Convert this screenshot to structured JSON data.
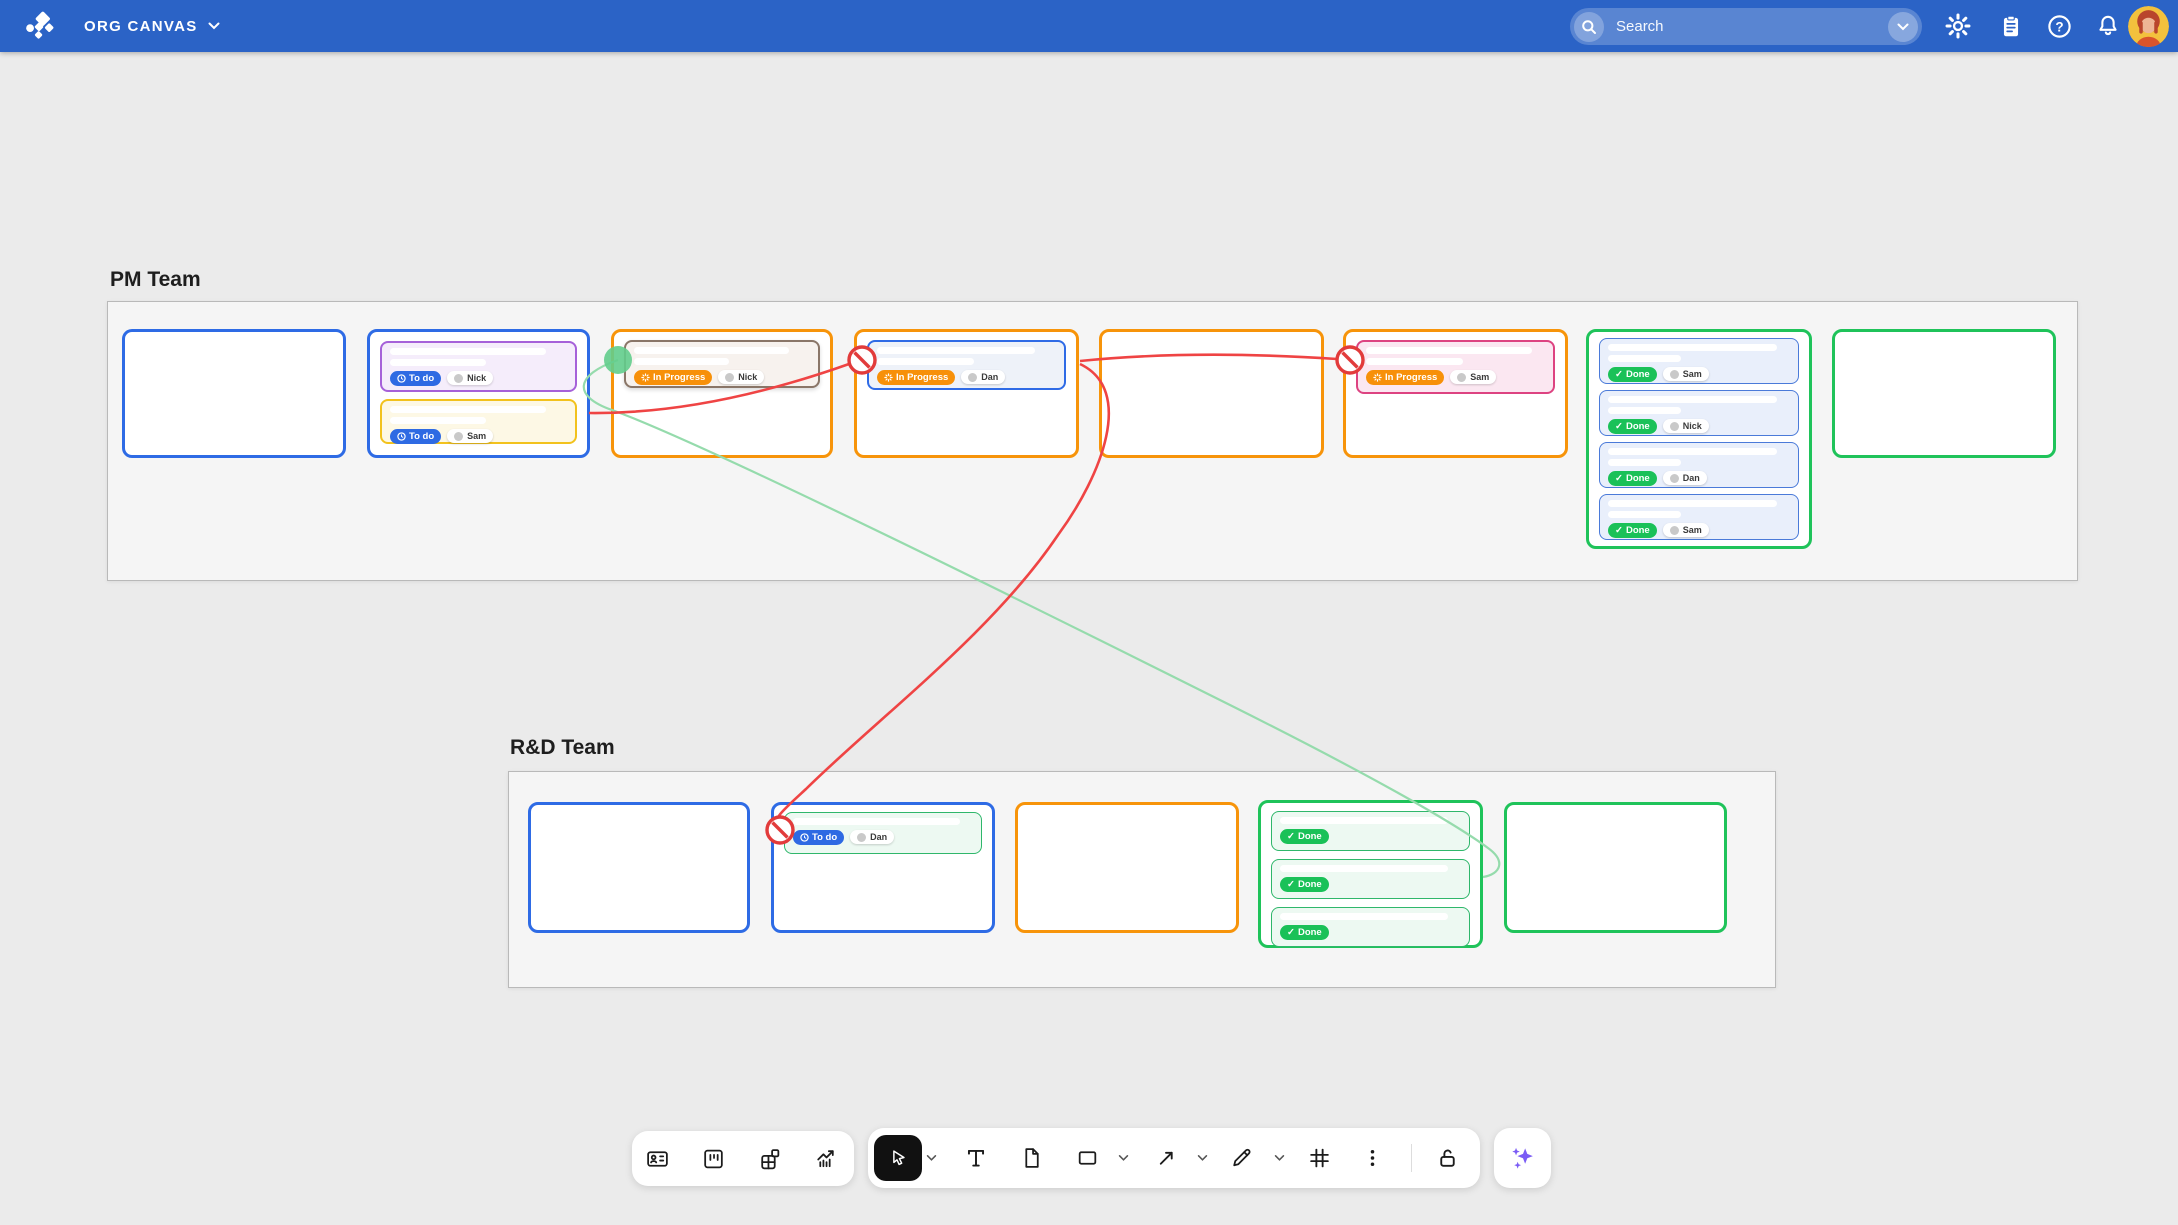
{
  "app": {
    "title": "ORG CANVAS"
  },
  "topbar": {
    "search": {
      "placeholder": "Search"
    },
    "icon_names": [
      "search-icon",
      "chevron-down-icon",
      "settings-gear-icon",
      "clipboard-icon",
      "help-icon",
      "notifications-bell-icon",
      "user-avatar"
    ]
  },
  "sections": [
    {
      "label": "PM Team",
      "cards": [
        {
          "variant": "blue",
          "items": []
        },
        {
          "variant": "blue",
          "items": [
            {
              "accent": "purple",
              "status": "To do",
              "assignee": "Nick"
            },
            {
              "accent": "yellow",
              "status": "To do",
              "assignee": "Sam"
            }
          ]
        },
        {
          "variant": "orange",
          "items": [
            {
              "accent": "brown",
              "status": "In Progress",
              "assignee": "Nick"
            }
          ]
        },
        {
          "variant": "orange",
          "items": [
            {
              "accent": "blue",
              "status": "In Progress",
              "assignee": "Dan"
            }
          ]
        },
        {
          "variant": "orange",
          "items": []
        },
        {
          "variant": "orange",
          "items": [
            {
              "accent": "pink",
              "status": "In Progress",
              "assignee": "Sam"
            }
          ]
        },
        {
          "variant": "green",
          "items": [
            {
              "accent": "lightblue",
              "status": "Done",
              "assignee": "Sam"
            },
            {
              "accent": "lightblue",
              "status": "Done",
              "assignee": "Nick"
            },
            {
              "accent": "lightblue",
              "status": "Done",
              "assignee": "Dan"
            },
            {
              "accent": "lightblue",
              "status": "Done",
              "assignee": "Sam"
            }
          ]
        },
        {
          "variant": "green",
          "items": []
        }
      ]
    },
    {
      "label": "R&D Team",
      "cards": [
        {
          "variant": "blue",
          "items": []
        },
        {
          "variant": "blue",
          "items": [
            {
              "accent": "green",
              "status": "To do",
              "assignee": "Dan"
            }
          ]
        },
        {
          "variant": "orange",
          "items": []
        },
        {
          "variant": "green",
          "items": [
            {
              "accent": "green",
              "status": "Done"
            },
            {
              "accent": "green",
              "status": "Done"
            },
            {
              "accent": "green",
              "status": "Done"
            }
          ]
        },
        {
          "variant": "green",
          "items": []
        }
      ]
    }
  ],
  "connectors": {
    "red_links": 3,
    "green_links": 1,
    "blocked_endpoints": 3,
    "colors": {
      "red": "#ef4444",
      "green": "#95dbac",
      "green_dot": "#62cd8c"
    }
  },
  "toolbar": {
    "left_tools": [
      "id-card",
      "kanban-board",
      "blocks",
      "chart"
    ],
    "main_tools": [
      "cursor",
      "text",
      "page",
      "shape",
      "arrow",
      "pencil",
      "grid",
      "more",
      "unlock"
    ],
    "ai_tool": "ai-sparkles",
    "selected_tool": "cursor"
  },
  "colors": {
    "topbar": "#2b63c6",
    "card_blue": "#2e6be5",
    "card_orange": "#f7940a",
    "card_green": "#1fc35a",
    "badge_todo": "#2e6ae3",
    "badge_in_progress": "#f79009",
    "badge_done": "#1ac158",
    "ai_purple": "#7b5cf5"
  }
}
